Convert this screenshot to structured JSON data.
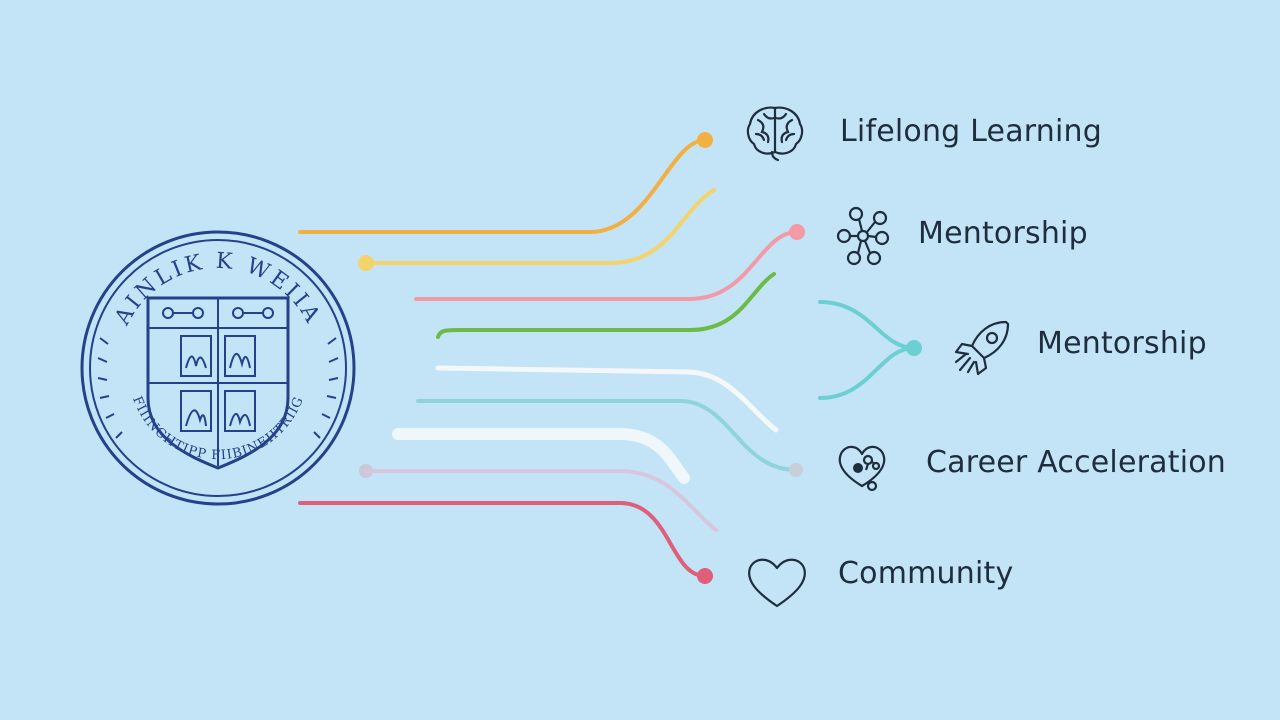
{
  "seal": {
    "motto_top": "AINLIK K WEIIA",
    "motto_bottom": "FIIINCHTIPP FIIBINEIITRIIG"
  },
  "branches": [
    {
      "id": "lifelong-learning",
      "label": "Lifelong Learning",
      "icon": "brain-icon",
      "color": "#f2b043"
    },
    {
      "id": "mentorship-1",
      "label": "Mentorship",
      "icon": "network-icon",
      "color": "#f29aa6"
    },
    {
      "id": "mentorship-2",
      "label": "Mentorship",
      "icon": "rocket-icon",
      "color": "#6ccfd2"
    },
    {
      "id": "career-acceleration",
      "label": "Career Acceleration",
      "icon": "heart-network-icon",
      "color": "#b9c0cc"
    },
    {
      "id": "community",
      "label": "Community",
      "icon": "heart-icon",
      "color": "#df5f7a"
    }
  ],
  "colors": {
    "background": "#c3e3f6",
    "seal": "#24418a",
    "text": "#1f2e3d",
    "orange": "#f2b043",
    "yellow": "#f3d36a",
    "pink": "#f29aa6",
    "green": "#6cbb46",
    "white": "#f4f8fb",
    "teal": "#6ccfd2",
    "lavender": "#d4c4dc",
    "red": "#df5f7a"
  }
}
